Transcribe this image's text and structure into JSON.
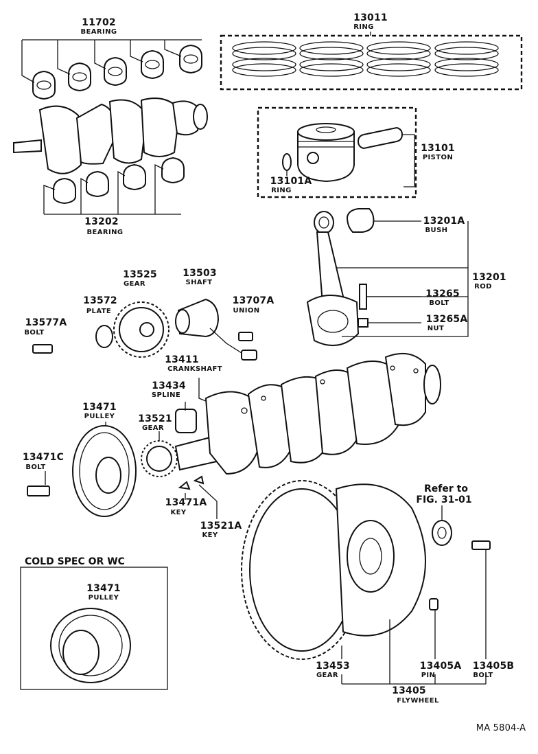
{
  "parts": [
    {
      "id": "p11702",
      "number": "11702",
      "name": "BEARING"
    },
    {
      "id": "p13011",
      "number": "13011",
      "name": "RING"
    },
    {
      "id": "p13101",
      "number": "13101",
      "name": "PISTON"
    },
    {
      "id": "p13101A",
      "number": "13101A",
      "name": "RING"
    },
    {
      "id": "p13202",
      "number": "13202",
      "name": "BEARING"
    },
    {
      "id": "p13201A",
      "number": "13201A",
      "name": "BUSH"
    },
    {
      "id": "p13201",
      "number": "13201",
      "name": "ROD"
    },
    {
      "id": "p13265",
      "number": "13265",
      "name": "BOLT"
    },
    {
      "id": "p13265A",
      "number": "13265A",
      "name": "NUT"
    },
    {
      "id": "p13525",
      "number": "13525",
      "name": "GEAR"
    },
    {
      "id": "p13503",
      "number": "13503",
      "name": "SHAFT"
    },
    {
      "id": "p13572",
      "number": "13572",
      "name": "PLATE"
    },
    {
      "id": "p13707A",
      "number": "13707A",
      "name": "UNION"
    },
    {
      "id": "p13577A",
      "number": "13577A",
      "name": "BOLT"
    },
    {
      "id": "p13411",
      "number": "13411",
      "name": "CRANKSHAFT"
    },
    {
      "id": "p13434",
      "number": "13434",
      "name": "SPLINE"
    },
    {
      "id": "p13471",
      "number": "13471",
      "name": "PULLEY"
    },
    {
      "id": "p13521",
      "number": "13521",
      "name": "GEAR"
    },
    {
      "id": "p13471C",
      "number": "13471C",
      "name": "BOLT"
    },
    {
      "id": "p13471A",
      "number": "13471A",
      "name": "KEY"
    },
    {
      "id": "p13521A",
      "number": "13521A",
      "name": "KEY"
    },
    {
      "id": "p13471b",
      "number": "13471",
      "name": "PULLEY"
    },
    {
      "id": "p13453",
      "number": "13453",
      "name": "GEAR"
    },
    {
      "id": "p13405A",
      "number": "13405A",
      "name": "PIN"
    },
    {
      "id": "p13405B",
      "number": "13405B",
      "name": "BOLT"
    },
    {
      "id": "p13405",
      "number": "13405",
      "name": "FLYWHEEL"
    }
  ],
  "refer": {
    "line1": "Refer to",
    "line2": "FIG. 31-01"
  },
  "cold_spec": "COLD SPEC OR WC",
  "figure_code": "MA 5804-A"
}
